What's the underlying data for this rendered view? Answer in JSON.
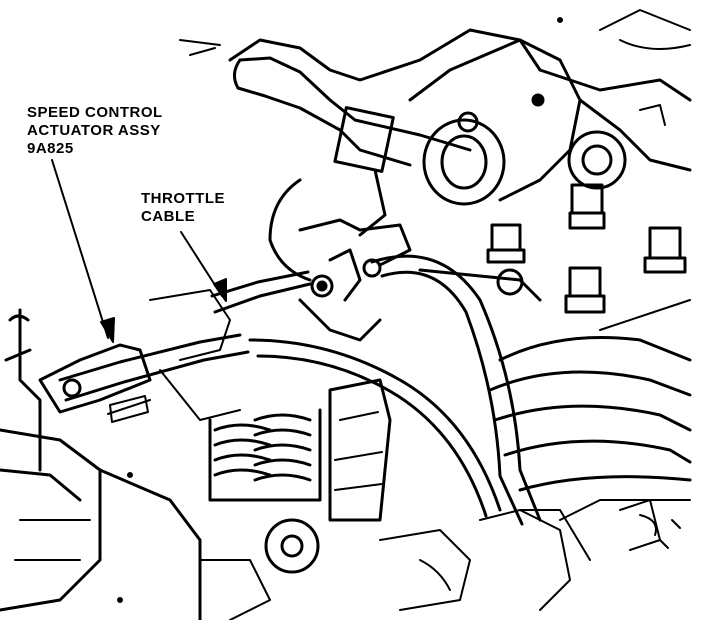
{
  "callouts": {
    "actuator": {
      "lines": [
        "SPEED CONTROL",
        "ACTUATOR ASSY",
        "9A825"
      ]
    },
    "throttle": {
      "lines": [
        "THROTTLE",
        "CABLE"
      ]
    }
  },
  "colors": {
    "ink": "#000000",
    "paper": "#ffffff"
  }
}
